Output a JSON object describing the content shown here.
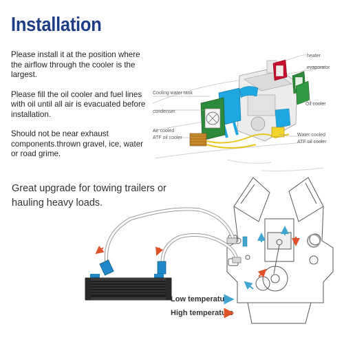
{
  "title": "Installation",
  "instructions": [
    "Please install it at the position where the airflow through the cooler is the largest.",
    "Please fill the oil cooler and fuel lines with oil until all air is evacuated before installation.",
    "Should not be near exhaust components.thrown gravel, ice, water or road grime."
  ],
  "upgrade_text": "Great upgrade for towing trailers or hauling heavy loads.",
  "engine_labels": {
    "heater": "heater",
    "evaporator": "evaporator",
    "oil_cooler": "Oil cooler",
    "cooling_water_tank": "Cooling water tank",
    "condenser": "condenser",
    "air_cooled_1": "Air cooled",
    "air_cooled_2": "ATF oil cooler",
    "water_cooled_1": "Water cooled",
    "water_cooled_2": "ATF oil cooler"
  },
  "legend": {
    "low": "Low temperature",
    "high": "High temperature"
  },
  "colors": {
    "title": "#1d3e86",
    "low_arrow": "#3ea6d0",
    "high_arrow": "#e0532a",
    "cooling_blue": "#1ea7e0",
    "radiator_green": "#2d8a3a",
    "yellow_line": "#e8c51d",
    "heater_red": "#c8102e"
  }
}
